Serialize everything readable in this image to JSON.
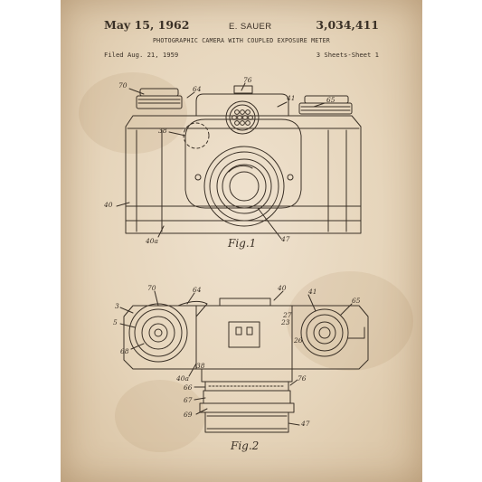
{
  "header": {
    "date": "May 15, 1962",
    "inventor": "E. SAUER",
    "patent_number": "3,034,411",
    "title": "PHOTOGRAPHIC CAMERA WITH COUPLED EXPOSURE METER",
    "filed": "Filed Aug. 21, 1959",
    "sheets": "3 Sheets-Sheet 1"
  },
  "figures": {
    "fig1_label": "Fig.1",
    "fig2_label": "Fig.2"
  },
  "reference_numerals": {
    "fig1": [
      "70",
      "64",
      "76",
      "41",
      "65",
      "38",
      "40",
      "40a",
      "47"
    ],
    "fig2": [
      "70",
      "64",
      "40",
      "41",
      "65",
      "3",
      "5",
      "68",
      "40a",
      "38",
      "27",
      "23",
      "26",
      "66",
      "67",
      "69",
      "76",
      "47"
    ]
  },
  "colors": {
    "paper": "#e6d5bb",
    "ink": "#3a3026"
  }
}
